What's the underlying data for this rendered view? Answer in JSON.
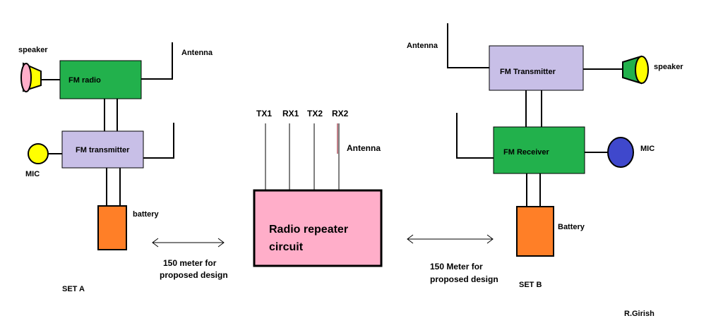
{
  "set_a": {
    "speaker_label": "speaker",
    "fm_radio_label": "FM radio",
    "antenna_label": "Antenna",
    "fm_transmitter_label": "FM transmitter",
    "mic_label": "MIC",
    "battery_label": "battery",
    "set_label": "SET A"
  },
  "set_b": {
    "antenna_label": "Antenna",
    "fm_transmitter_label": "FM Transmitter",
    "speaker_label": "speaker",
    "fm_receiver_label": "FM Receiver",
    "mic_label": "MIC",
    "battery_label": "Battery",
    "set_label": "SET B"
  },
  "repeater": {
    "ports": [
      "TX1",
      "RX1",
      "TX2",
      "RX2"
    ],
    "antenna_label": "Antenna",
    "title_line1": "Radio repeater",
    "title_line2": "circuit"
  },
  "distance_left": {
    "line1": "150 meter for",
    "line2": "proposed design"
  },
  "distance_right": {
    "line1": "150 Meter for",
    "line2": "proposed design"
  },
  "author": "R.Girish",
  "colors": {
    "fm_radio": "#22b14c",
    "fm_receiver": "#22b14c",
    "fm_transmitter": "#c8bfe7",
    "battery": "#ff7f27",
    "repeater": "#ffaec9",
    "speaker_cone_a": "#ffff00",
    "speaker_face_a": "#ffaec9",
    "speaker_cone_b": "#22b14c",
    "speaker_face_b": "#ffff00",
    "mic_a": "#ffff00",
    "mic_b": "#3f48cc"
  }
}
